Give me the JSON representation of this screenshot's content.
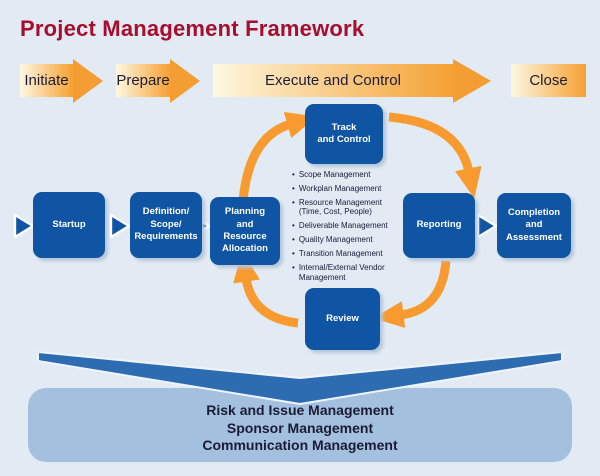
{
  "title": "Project Management Framework",
  "colors": {
    "title_red": "#a60e2e",
    "box_blue": "#0f55a3",
    "arrow_orange": "#f59d33",
    "band_blue": "#2e6cb2",
    "panel_blue": "#a3c0de",
    "background": "#e2eaf3"
  },
  "phases": {
    "items": [
      {
        "label": "Initiate"
      },
      {
        "label": "Prepare"
      },
      {
        "label": "Execute and Control"
      },
      {
        "label": "Close"
      }
    ]
  },
  "flow": {
    "startup": {
      "label": "Startup"
    },
    "definition": {
      "label": "Definition/\nScope/\nRequirements"
    },
    "planning": {
      "label": "Planning\nand\nResource\nAllocation"
    },
    "track": {
      "label": "Track\nand Control"
    },
    "reporting": {
      "label": "Reporting"
    },
    "review": {
      "label": "Review"
    },
    "completion": {
      "label": "Completion\nand\nAssessment"
    }
  },
  "cycle": {
    "bullets": [
      "Scope Management",
      "Workplan Management",
      "Resource Management\n(Time, Cost, People)",
      "Deliverable Management",
      "Quality Management",
      "Transition Management",
      "Internal/External Vendor\nManagement"
    ]
  },
  "footer": {
    "lines": [
      "Risk and Issue Management",
      "Sponsor Management",
      "Communication Management"
    ]
  }
}
